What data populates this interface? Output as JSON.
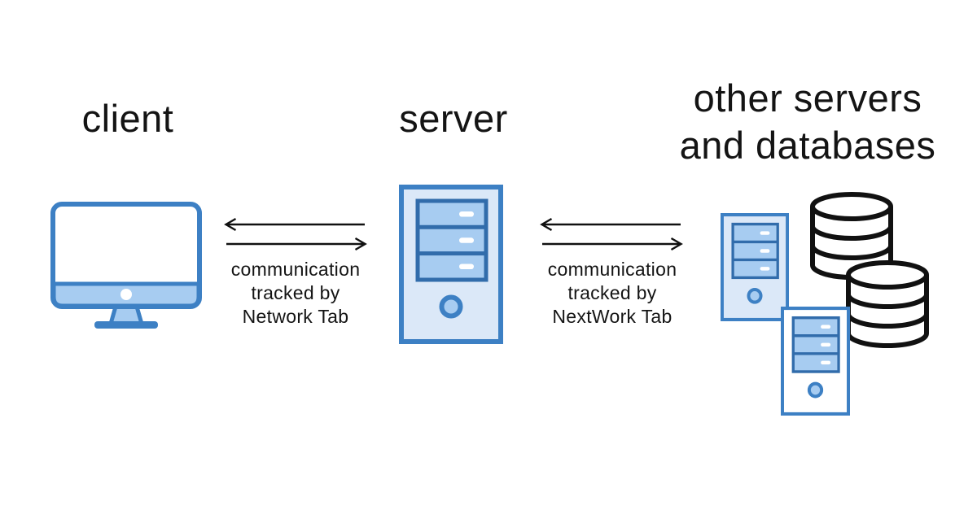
{
  "diagram": {
    "background": "#ffffff",
    "nodes": [
      {
        "id": "client",
        "label": "client",
        "icon": "desktop-monitor"
      },
      {
        "id": "server",
        "label": "server",
        "icon": "server-tower"
      },
      {
        "id": "other",
        "label_lines": [
          "other servers",
          "and databases"
        ],
        "icons": [
          "server-tower",
          "server-tower",
          "database",
          "database"
        ]
      }
    ],
    "connections": [
      {
        "from": "client",
        "to": "server",
        "direction": "bidirectional",
        "caption_lines": [
          "communication",
          "tracked by",
          "Network Tab"
        ]
      },
      {
        "from": "server",
        "to": "other",
        "direction": "bidirectional",
        "caption_lines": [
          "communication",
          "tracked by",
          "NextWork Tab"
        ]
      }
    ],
    "icons": [
      {
        "name": "client-monitor-icon",
        "type": "desktop-monitor"
      },
      {
        "name": "server-tower-icon",
        "type": "server-tower"
      },
      {
        "name": "other-server-tower-icon-1",
        "type": "server-tower"
      },
      {
        "name": "other-server-tower-icon-2",
        "type": "server-tower"
      },
      {
        "name": "database-cylinder-icon-1",
        "type": "database"
      },
      {
        "name": "database-cylinder-icon-2",
        "type": "database"
      }
    ],
    "colors": {
      "text": "#141414",
      "arrow": "#111111",
      "icon_blue_stroke": "#3d80c4",
      "icon_frame_blue": "#316cab",
      "icon_fill_light": "#dbe8f8",
      "icon_fill_medium": "#a7ccf1",
      "database_stroke": "#111111"
    }
  }
}
